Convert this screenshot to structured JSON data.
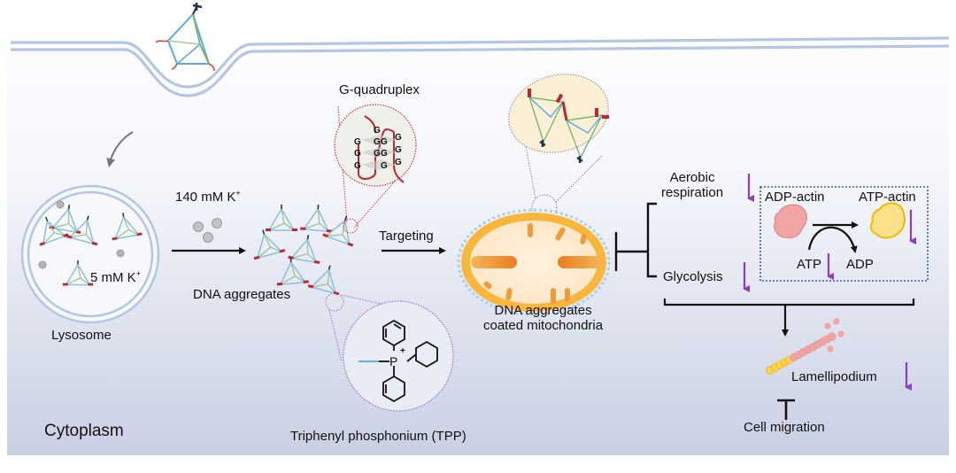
{
  "title": "DNA aggregates target mitochondria and inhibit cell migration",
  "colors": {
    "membrane": "#b3c6e6",
    "cytoplasm_top": "#fbfcfe",
    "cytoplasm_bottom": "#c9d0e4",
    "mito_outer": "#f8b63b",
    "mito_inner": "#fdebd0",
    "mito_cristae": "#ef8a2a",
    "down_arrow": "#8a3ccf",
    "gquad_dots": "#d32f2f",
    "tpp_dots": "#9b6fd0",
    "adp_actin": "#f2a3a3",
    "atp_actin": "#ffd34d",
    "box_border": "#3a5ba0"
  },
  "labels": {
    "cytoplasm": "Cytoplasm",
    "lysosome": "Lysosome",
    "lysosome_k": "5 mM K",
    "lysosome_k_sup": "+",
    "cytosol_k": "140 mM K",
    "cytosol_k_sup": "+",
    "dna_aggregates": "DNA aggregates",
    "g_quadruplex": "G-quadruplex",
    "g_letter": "G",
    "tpp": "Triphenyl phosphonium (TPP)",
    "tpp_p": "P",
    "tpp_plus": "+",
    "targeting": "Targeting",
    "coated_mito_line1": "DNA aggregates",
    "coated_mito_line2": "coated mitochondria",
    "aerobic_line1": "Aerobic",
    "aerobic_line2": "respiration",
    "glycolysis": "Glycolysis",
    "adp_actin": "ADP-actin",
    "atp_actin": "ATP-actin",
    "atp": "ATP",
    "adp": "ADP",
    "lamellipodium": "Lamellipodium",
    "cell_migration": "Cell migration"
  },
  "effects": [
    {
      "target": "Aerobic respiration",
      "direction": "down"
    },
    {
      "target": "Glycolysis",
      "direction": "down"
    },
    {
      "target": "ATP",
      "direction": "down"
    },
    {
      "target": "ATP-actin",
      "direction": "down"
    },
    {
      "target": "Lamellipodium",
      "direction": "down"
    },
    {
      "target": "Cell migration",
      "direction": "inhibited"
    }
  ]
}
